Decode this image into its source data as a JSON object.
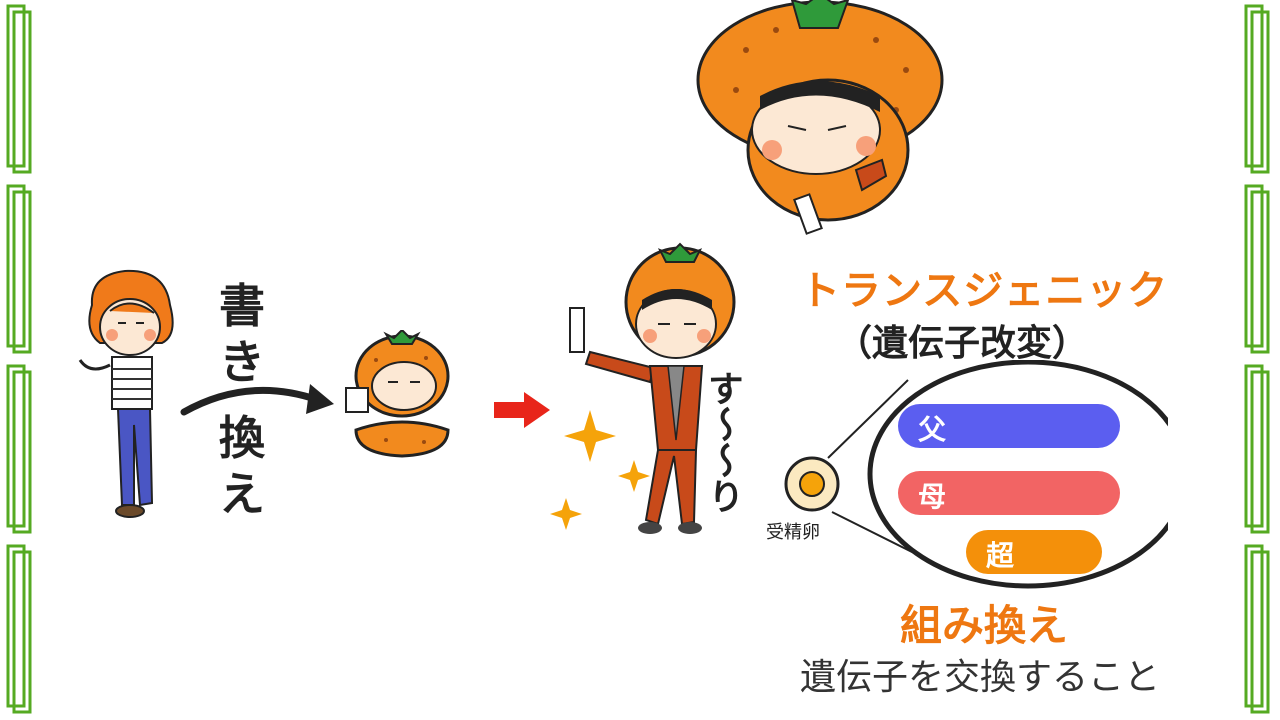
{
  "verb_top": [
    "書",
    "き"
  ],
  "verb_bottom": [
    "換",
    "え"
  ],
  "transgenic": {
    "title": "トランスジェニック",
    "subtitle": "（遺伝子改変）"
  },
  "sound_effect": "す～～り",
  "egg_label": "受精卵",
  "chromosome_bars": [
    {
      "label": "父",
      "color": "#5b5ef0"
    },
    {
      "label": "母",
      "color": "#f26464"
    },
    {
      "label": "超",
      "color": "#f4900a"
    }
  ],
  "recombination": {
    "title": "組み換え",
    "description": "遺伝子を交換すること"
  },
  "colors": {
    "accent_orange": "#ee7711",
    "frame_green": "#55aa22",
    "arrow_red": "#e8251a"
  }
}
